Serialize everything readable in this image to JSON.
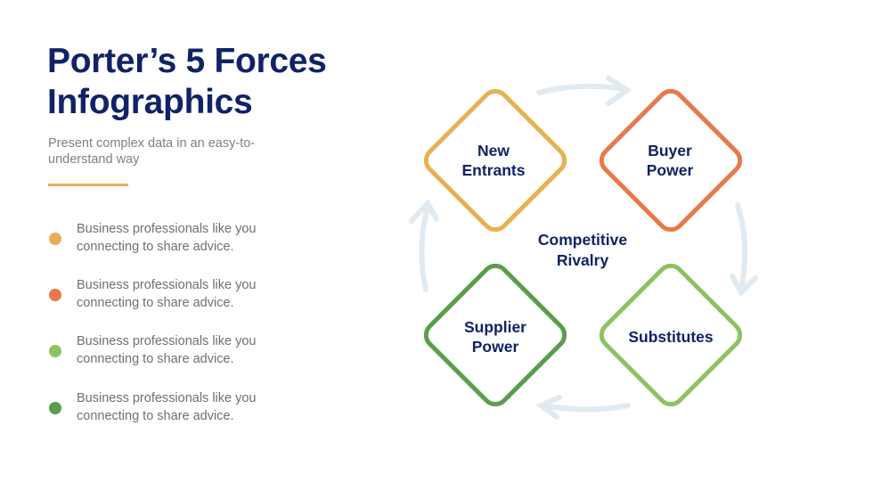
{
  "title_line1": "Porter’s 5 Forces",
  "title_line2": "Infographics",
  "subtitle": "Present complex data in an easy-to-understand way",
  "bullets": [
    {
      "text": "Business professionals like you connecting to share advice.",
      "color": "#e8ae55"
    },
    {
      "text": "Business professionals like you connecting to share advice.",
      "color": "#e8794a"
    },
    {
      "text": "Business professionals like you connecting to share advice.",
      "color": "#8dc263"
    },
    {
      "text": "Business professionals like you connecting to share advice.",
      "color": "#5a9e4b"
    }
  ],
  "diagram": {
    "center": {
      "line1": "Competitive",
      "line2": "Rivalry"
    },
    "forces": [
      {
        "line1": "New",
        "line2": "Entrants",
        "color": "#e8b055"
      },
      {
        "line1": "Buyer",
        "line2": "Power",
        "color": "#e8794a"
      },
      {
        "line1": "Supplier",
        "line2": "Power",
        "color": "#5a9e4b"
      },
      {
        "line1": "Substitutes",
        "line2": "",
        "color": "#8dc263"
      }
    ]
  }
}
